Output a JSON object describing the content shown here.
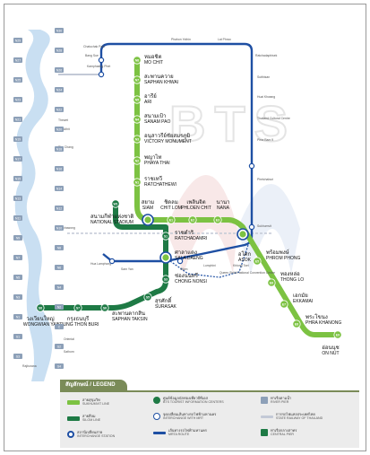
{
  "colors": {
    "sukhumvit": "#7cc242",
    "silom": "#1e7a45",
    "interchange_ring": "#1e4fa3",
    "mrt": "#1e4fa3",
    "brt": "#1e4fa3",
    "river": "#c9dff2",
    "pier": "#8da0b8",
    "rail": "#c3c9d6"
  },
  "watermark": "BTS",
  "stations": {
    "mo_chit": {
      "th": "หมอชิต",
      "en": "MO CHIT",
      "code": "N8"
    },
    "saphan_khwai": {
      "th": "สะพานควาย",
      "en": "SAPHAN KHWAI",
      "code": "N7"
    },
    "ari": {
      "th": "อารีย์",
      "en": "ARI",
      "code": "N5"
    },
    "sanam_pao": {
      "th": "สนามเป้า",
      "en": "SANAM PAO",
      "code": "N4"
    },
    "victory": {
      "th": "อนุสาวรีย์ชัยสมรภูมิ",
      "en": "VICTORY MONUMENT",
      "code": "N3"
    },
    "phaya_thai": {
      "th": "พญาไท",
      "en": "PHAYA THAI",
      "code": "N2"
    },
    "ratchathewi": {
      "th": "ราชเทวี",
      "en": "RATCHATHEWI",
      "code": "N1"
    },
    "siam": {
      "th": "สยาม",
      "en": "SIAM",
      "code": ""
    },
    "chit_lom": {
      "th": "ชิดลม",
      "en": "CHIT LOM",
      "code": "E1"
    },
    "phloen_chit": {
      "th": "เพลินจิต",
      "en": "PHLOEN CHIT",
      "code": "E2"
    },
    "nana": {
      "th": "นานา",
      "en": "NANA",
      "code": "E3"
    },
    "asok": {
      "th": "อโศก",
      "en": "ASOK",
      "code": "E4"
    },
    "phrom_phong": {
      "th": "พร้อมพงษ์",
      "en": "PHROM PHONG",
      "code": "E5"
    },
    "thong_lo": {
      "th": "ทองหล่อ",
      "en": "THONG LO",
      "code": "E6"
    },
    "ekkamai": {
      "th": "เอกมัย",
      "en": "EKKAMAI",
      "code": "E7"
    },
    "phra_khanong": {
      "th": "พระโขนง",
      "en": "PHRA KHANONG",
      "code": "E8"
    },
    "on_nut": {
      "th": "อ่อนนุช",
      "en": "ON NUT",
      "code": "E9"
    },
    "national_stadium": {
      "th": "สนามกีฬาแห่งชาติ",
      "en": "NATIONAL STADIUM",
      "code": "W1"
    },
    "ratchadamri": {
      "th": "ราชดำริ",
      "en": "RATCHADAMRI",
      "code": "S1"
    },
    "sala_daeng": {
      "th": "ศาลาแดง",
      "en": "SALA DAENG",
      "code": "S2"
    },
    "chong_nonsi": {
      "th": "ช่องนนทรี",
      "en": "CHONG NONSI",
      "code": "S3"
    },
    "surasak": {
      "th": "สุรศักดิ์",
      "en": "SURASAK",
      "code": "S5"
    },
    "saphan_taksin": {
      "th": "สะพานตากสิน",
      "en": "SAPHAN TAKSIN",
      "code": "S6"
    },
    "krung_thon_buri": {
      "th": "กรุงธนบุรี",
      "en": "KRUNG THON BURI",
      "code": "S7"
    },
    "wongwian_yai": {
      "th": "วงเวียนใหญ่",
      "en": "WONGWIAN YAI",
      "code": "S8"
    }
  },
  "minor_labels": {
    "chatuchak": "Chatuchak Park",
    "kamphaeng_phet": "Kamphaeng Phet",
    "bang_sue": "Bang Sue",
    "phahon": "Phahon Yothin",
    "lat_phrao": "Lat Phrao",
    "ratchadaphisek": "Ratchadaphisek",
    "sutthisan": "Sutthisan",
    "huai_khwang": "Huai Khwang",
    "thailand_cultural": "Thailand Cultural Centre",
    "phra_ram9": "Phra Ram 9",
    "phetchaburi": "Phetchaburi",
    "sukhumvit_mrt": "Sukhumvit",
    "qsncc": "Queen Sirikit National Convention Centre",
    "khlong_toei": "Khlong Toei",
    "lumphini": "Lumphini",
    "silom_mrt": "Silom",
    "sam_yan": "Sam Yan",
    "hua_lamphong": "Hua Lamphong",
    "oriental": "Oriental",
    "sathorn": "Sathorn",
    "rajburana": "Rajburana",
    "phra_athit": "Phra Athit",
    "thewet": "Thewet",
    "tha_chang": "Tha Chang",
    "ratchawong": "Ratchawong"
  },
  "piers": [
    "N30",
    "N29",
    "N28",
    "N27",
    "N26",
    "N25",
    "N24",
    "N23",
    "N22",
    "N21",
    "N20",
    "N19",
    "N18",
    "N17",
    "N16",
    "N15",
    "N14",
    "N13",
    "N12",
    "N11",
    "N10",
    "N9",
    "N8",
    "N7",
    "N6",
    "N5",
    "N4",
    "N3",
    "N2",
    "N1",
    "C",
    "S1",
    "S2",
    "S3",
    "S4"
  ],
  "legend": {
    "title": "สัญลักษณ์ / LEGEND",
    "items": [
      {
        "key": "sukhumvit_line",
        "th": "สายสุขุมวิท",
        "en": "SUKHUMVIT LINE"
      },
      {
        "key": "silom_line",
        "th": "สายสีลม",
        "en": "SILOM LINE"
      },
      {
        "key": "interchange",
        "th": "สถานีเปลี่ยนสาย",
        "en": "INTERCHANGE STATION"
      },
      {
        "key": "tourist_info",
        "th": "ศูนย์ข้อมูลนักท่องเที่ยวบีทีเอส",
        "en": "BTS TOURIST INFORMATION CENTERS"
      },
      {
        "key": "interchange_mrt",
        "th": "จุดเปลี่ยนเส้นทางรถไฟฟ้ามหานคร",
        "en": "INTERCHANGE WITH MRT"
      },
      {
        "key": "mrta_route",
        "th": "เส้นทางรถไฟฟ้ามหานคร",
        "en": "MRTA ROUTE"
      },
      {
        "key": "river_pier",
        "th": "ท่าเรือตามน้ำ",
        "en": "RIVER PIER"
      },
      {
        "key": "state_railway",
        "th": "การรถไฟแห่งประเทศไทย",
        "en": "STATE RAILWAY OF THAILAND"
      },
      {
        "key": "central_pier",
        "th": "ท่าเรือกลางสาทร",
        "en": "CENTRAL PIER"
      }
    ]
  }
}
